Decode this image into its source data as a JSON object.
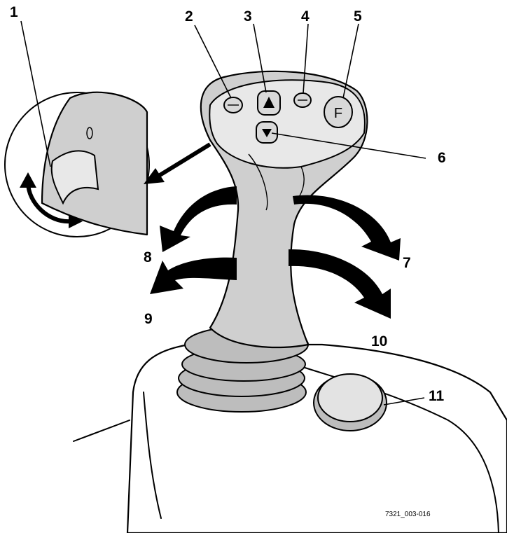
{
  "figure": {
    "reference_code": "7321_003-016",
    "callouts": [
      {
        "id": "1",
        "label": "1"
      },
      {
        "id": "2",
        "label": "2"
      },
      {
        "id": "3",
        "label": "3"
      },
      {
        "id": "4",
        "label": "4"
      },
      {
        "id": "5",
        "label": "5"
      },
      {
        "id": "6",
        "label": "6"
      },
      {
        "id": "7",
        "label": "7"
      },
      {
        "id": "8",
        "label": "8"
      },
      {
        "id": "9",
        "label": "9"
      },
      {
        "id": "10",
        "label": "10"
      },
      {
        "id": "11",
        "label": "11"
      }
    ],
    "button_symbols": {
      "f_button": "F"
    }
  }
}
